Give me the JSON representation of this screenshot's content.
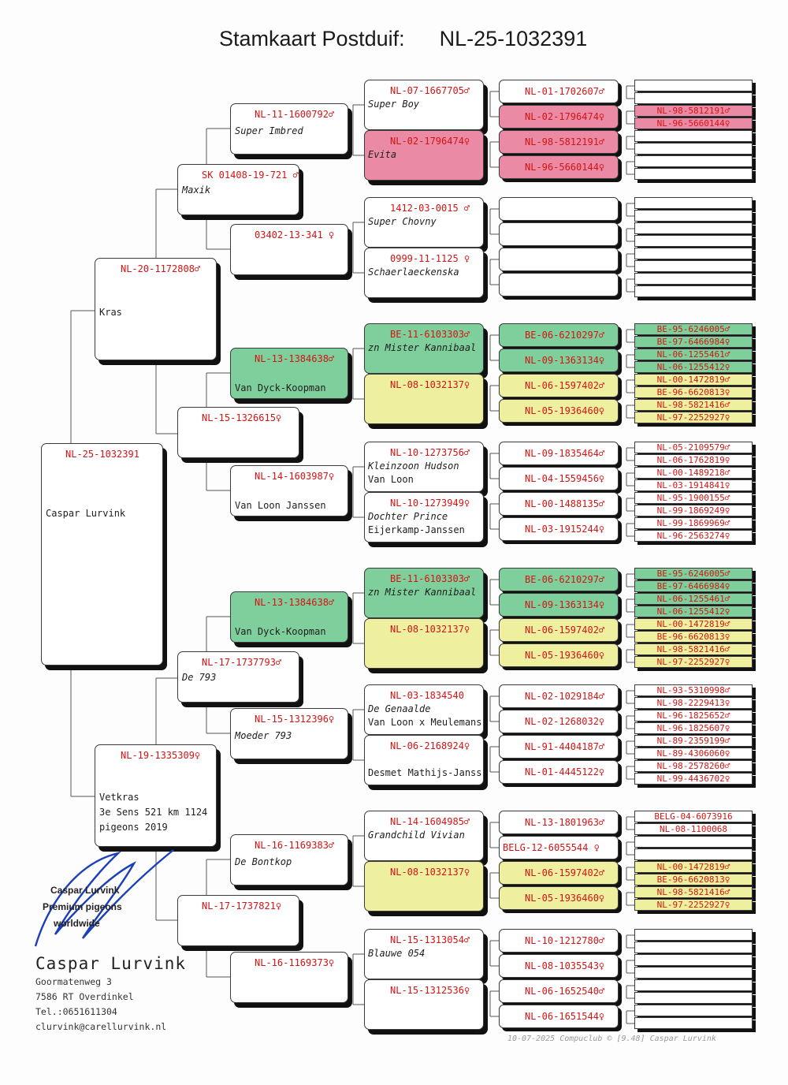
{
  "header": {
    "title": "Stamkaart Postduif:",
    "ring": "NL-25-1032391"
  },
  "subject": {
    "ring": "NL-25-1032391",
    "name": "Caspar Lurvink"
  },
  "gen1": [
    {
      "ring": "NL-20-1172808♂",
      "name": "Kras"
    },
    {
      "ring": "NL-19-1335309♀",
      "lines": [
        "Vetkras",
        "3e Sens 521 km 1124",
        "pigeons 2019"
      ]
    }
  ],
  "gen2": [
    {
      "ring": "SK  01408-19-721 ♂",
      "name": "Maxik"
    },
    {
      "ring": "NL-15-1326615♀",
      "name": ""
    },
    {
      "ring": "NL-17-1737793♂",
      "name": "De 793"
    },
    {
      "ring": "NL-17-1737821♀",
      "name": ""
    }
  ],
  "gen3": [
    {
      "ring": "NL-11-1600792♂",
      "name": "Super Imbred"
    },
    {
      "ring": "03402-13-341 ♀",
      "name": ""
    },
    {
      "ring": "NL-13-1384638♂",
      "name": "Van Dyck-Koopman"
    },
    {
      "ring": "NL-14-1603987♀",
      "name": "Van Loon Janssen"
    },
    {
      "ring": "NL-13-1384638♂",
      "name": "Van Dyck-Koopman"
    },
    {
      "ring": "NL-15-1312396♀",
      "name": "Moeder 793"
    },
    {
      "ring": "NL-16-1169383♂",
      "name": "De Bontkop"
    },
    {
      "ring": "NL-16-1169373♀",
      "name": ""
    }
  ],
  "gen4": [
    {
      "ring": "NL-07-1667705♂",
      "lines": [
        "Super Boy"
      ]
    },
    {
      "ring": "NL-02-1796474♀",
      "lines": [
        "Evita"
      ]
    },
    {
      "ring": "1412-03-0015 ♂",
      "lines": [
        "Super Chovny"
      ]
    },
    {
      "ring": "0999-11-1125 ♀",
      "lines": [
        "Schaerlaeckenska"
      ]
    },
    {
      "ring": "BE-11-6103303♂",
      "lines": [
        "zn Mister Kannibaal"
      ]
    },
    {
      "ring": "NL-08-1032137♀",
      "lines": []
    },
    {
      "ring": "NL-10-1273756♂",
      "lines": [
        "Kleinzoon Hudson",
        "Van Loon"
      ]
    },
    {
      "ring": "NL-10-1273949♀",
      "lines": [
        "Dochter Prince",
        "Eijerkamp-Janssen"
      ]
    },
    {
      "ring": "BE-11-6103303♂",
      "lines": [
        "zn Mister Kannibaal"
      ]
    },
    {
      "ring": "NL-08-1032137♀",
      "lines": []
    },
    {
      "ring": "NL-03-1834540",
      "lines": [
        "De Genaalde",
        "Van Loon x Meulemans"
      ]
    },
    {
      "ring": "NL-06-2168924♀",
      "lines": [
        "",
        "Desmet Mathijs-Janss"
      ]
    },
    {
      "ring": "NL-14-1604985♂",
      "lines": [
        "Grandchild Vivian"
      ]
    },
    {
      "ring": "NL-08-1032137♀",
      "lines": []
    },
    {
      "ring": "NL-15-1313054♂",
      "lines": [
        "Blauwe 054"
      ]
    },
    {
      "ring": "NL-15-1312536♀",
      "lines": []
    }
  ],
  "gen5": [
    "NL-01-1702607♂",
    "NL-02-1796474♀",
    "NL-98-5812191♂",
    "NL-96-5660144♀",
    "",
    "",
    "",
    "",
    "BE-06-6210297♂",
    "NL-09-1363134♀",
    "NL-06-1597402♂",
    "NL-05-1936460♀",
    "NL-09-1835464♂",
    "NL-04-1559456♀",
    "NL-00-1488135♂",
    "NL-03-1915244♀",
    "BE-06-6210297♂",
    "NL-09-1363134♀",
    "NL-06-1597402♂",
    "NL-05-1936460♀",
    "NL-02-1029184♂",
    "NL-02-1268032♀",
    "NL-91-4404187♂",
    "NL-01-4445122♀",
    "NL-13-1801963♂",
    "BELG-12-6055544  ♀",
    "NL-06-1597402♂",
    "NL-05-1936460♀",
    "NL-10-1212780♂",
    "NL-08-1035543♀",
    "NL-06-1652540♂",
    "NL-06-1651544♀"
  ],
  "gen6": [
    "",
    "",
    "NL-98-5812191♂",
    "NL-96-5660144♀",
    "",
    "",
    "",
    "",
    "",
    "",
    "",
    "",
    "",
    "",
    "",
    "",
    "BE-95-6246005♂",
    "BE-97-6466984♀",
    "NL-06-1255461♂",
    "NL-06-1255412♀",
    "NL-00-1472819♂",
    "BE-96-6620813♀",
    "NL-98-5821416♂",
    "NL-97-2252927♀",
    "NL-05-2109579♂",
    "NL-06-1762819♀",
    "NL-00-1489218♂",
    "NL-03-1914841♀",
    "NL-95-1900155♂",
    "NL-99-1869249♀",
    "NL-99-1869969♂",
    "NL-96-2563274♀",
    "BE-95-6246005♂",
    "BE-97-6466984♀",
    "NL-06-1255461♂",
    "NL-06-1255412♀",
    "NL-00-1472819♂",
    "BE-96-6620813♀",
    "NL-98-5821416♂",
    "NL-97-2252927♀",
    "NL-93-5310998♂",
    "NL-98-2229413♀",
    "NL-96-1825652♂",
    "NL-96-1825607♀",
    "NL-89-2359199♂",
    "NL-89-4306060♀",
    "NL-98-2578260♂",
    "NL-99-4436702♀",
    "BELG-04-6073916",
    "NL-08-1100068",
    "",
    "",
    "NL-00-1472819♂",
    "BE-96-6620813♀",
    "NL-98-5821416♂",
    "NL-97-2252927♀",
    "",
    "",
    "",
    "",
    "",
    "",
    "",
    ""
  ],
  "stamp": {
    "line1": "Caspar Lurvink",
    "line2": "Premium pigeons",
    "line3": "worldwide"
  },
  "footer": {
    "name": "Caspar Lurvink",
    "street": "Goormatenweg 3",
    "city": "7586 RT  Overdinkel",
    "phone": "Tel.:0651611304",
    "email": "clurvink@carellurvink.nl",
    "credit": "10-07-2025    Compuclub © [9.48]  Caspar Lurvink"
  },
  "colors": {
    "pink": "#ea8aa4",
    "green": "#7ecf9b",
    "yellow": "#eef0a0",
    "ring_red": "#d41414"
  }
}
